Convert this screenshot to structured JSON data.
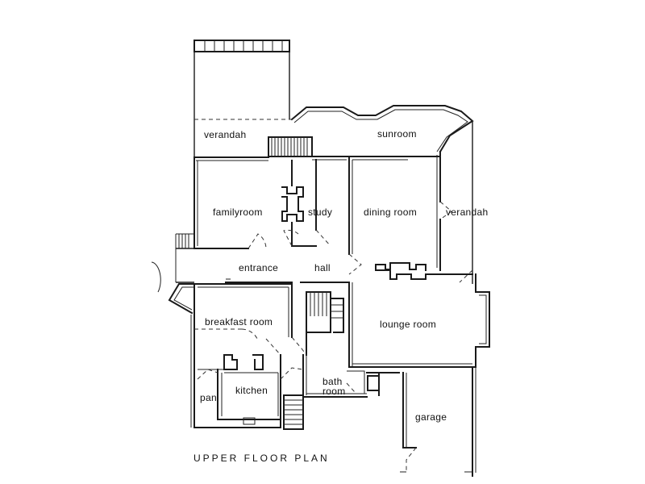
{
  "rooms": {
    "verandah_top": "verandah",
    "sunroom": "sunroom",
    "familyroom": "familyroom",
    "study": "study",
    "dining_room": "dining room",
    "verandah_side": "verandah",
    "entrance": "entrance",
    "hall": "hall",
    "breakfast_room": "breakfast room",
    "lounge_room": "lounge room",
    "kitchen": "kitchen",
    "pan": "pan",
    "bath": "bath",
    "bath_room": "room",
    "garage": "garage"
  },
  "plan_title": "UPPER FLOOR PLAN"
}
